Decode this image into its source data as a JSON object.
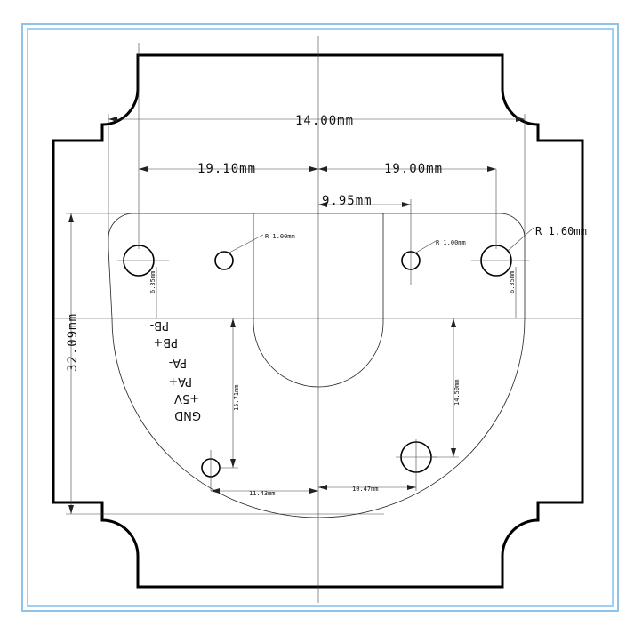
{
  "dimensions": {
    "width_top": "14.00mm",
    "left_offset": "19.10mm",
    "right_offset": "19.00mm",
    "center_offset": "9.95mm",
    "radius_large": "R 1.60mm",
    "radius_small_left": "R 1.00mm",
    "radius_small_right": "R 1.00mm",
    "height": "32.09mm",
    "hole_offset_left": "6.35mm",
    "hole_offset_right": "6.35mm",
    "vertical_left": "15.71mm",
    "vertical_right": "14.50mm",
    "bottom_left": "11.43mm",
    "bottom_right": "10.47mm"
  },
  "pins": [
    "PB-",
    "PB+",
    "PA-",
    "PA+",
    "+5V",
    "GND"
  ],
  "colors": {
    "frame": "#8cc4ea",
    "ink": "#000000"
  }
}
